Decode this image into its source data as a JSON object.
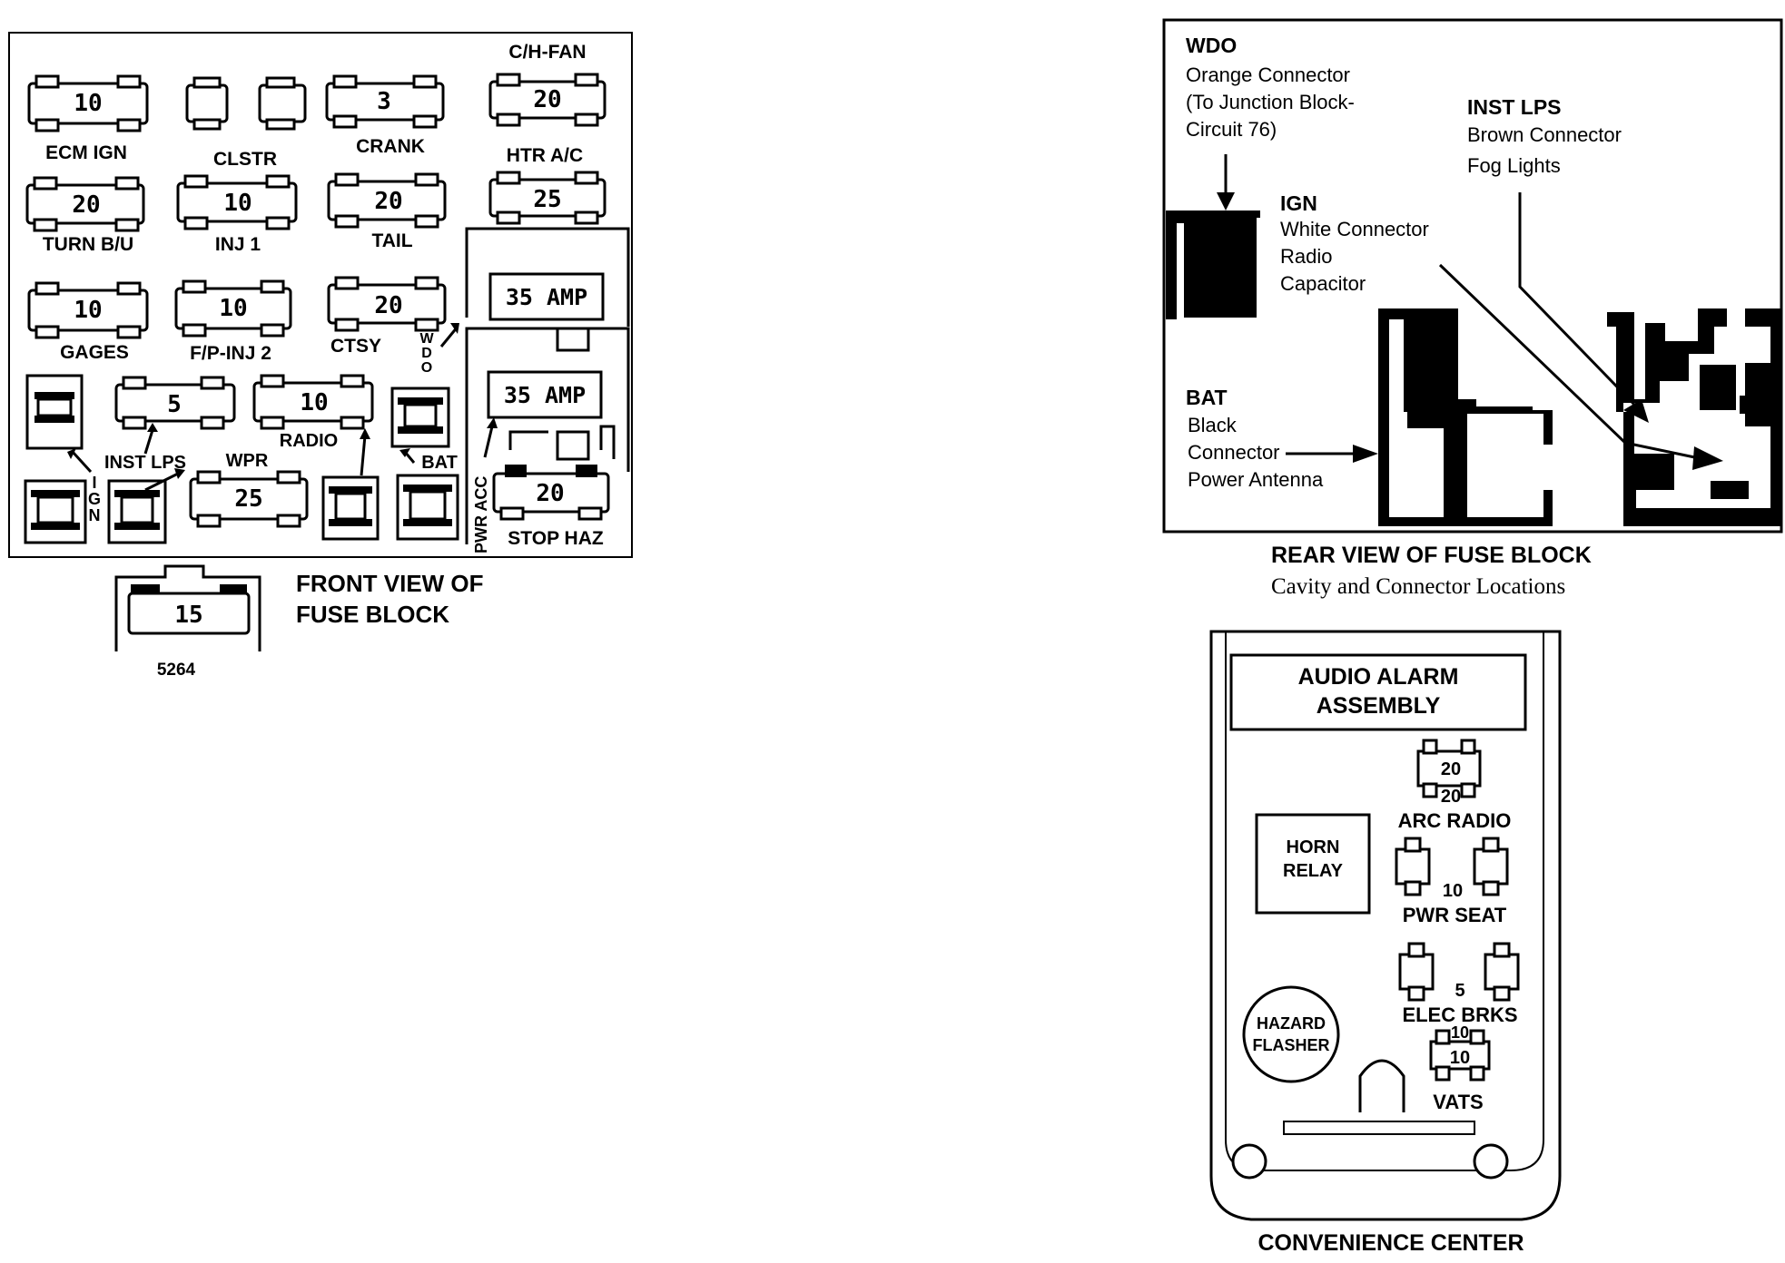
{
  "front": {
    "caption": [
      "FRONT VIEW OF",
      "FUSE BLOCK"
    ],
    "fig_number": "5264",
    "fuses": [
      {
        "value": "10",
        "label": "ECM IGN"
      },
      {
        "value": "",
        "label": "CLSTR"
      },
      {
        "value": "3",
        "label": "CRANK"
      },
      {
        "value": "20",
        "label": "HTR A/C",
        "top_label": "C/H-FAN"
      },
      {
        "value": "20",
        "label": "TURN B/U"
      },
      {
        "value": "10",
        "label": "INJ 1"
      },
      {
        "value": "20",
        "label": "TAIL"
      },
      {
        "value": "25",
        "label": ""
      },
      {
        "value": "10",
        "label": "GAGES"
      },
      {
        "value": "10",
        "label": "F/P-INJ 2"
      },
      {
        "value": "20",
        "label": "CTSY"
      },
      {
        "value": "5",
        "label": "INST LPS"
      },
      {
        "value": "10",
        "label": "RADIO"
      },
      {
        "value": "25",
        "label": "WPR"
      },
      {
        "value": "20",
        "label": "STOP HAZ"
      },
      {
        "value": "15",
        "label": ""
      }
    ],
    "breakers": [
      "35 AMP",
      "35 AMP"
    ],
    "connector_labels": [
      "WDO",
      "BAT",
      "IGN",
      "PWR ACC"
    ]
  },
  "rear": {
    "caption": "REAR VIEW OF FUSE BLOCK",
    "subcaption": "Cavity and Connector Locations",
    "callouts": [
      {
        "title": "WDO",
        "lines": [
          "Orange Connector",
          "(To Junction Block-",
          "Circuit 76)"
        ]
      },
      {
        "title": "INST LPS",
        "lines": [
          "Brown Connector",
          "Fog Lights"
        ]
      },
      {
        "title": "IGN",
        "lines": [
          "White Connector",
          "Radio",
          "Capacitor"
        ]
      },
      {
        "title": "BAT",
        "lines": [
          "Black",
          "Connector",
          "Power Antenna"
        ]
      }
    ]
  },
  "convenience": {
    "caption": "CONVENIENCE CENTER",
    "audio_alarm": [
      "AUDIO ALARM",
      "ASSEMBLY"
    ],
    "horn_relay": [
      "HORN",
      "RELAY"
    ],
    "hazard_flasher": [
      "HAZARD",
      "FLASHER"
    ],
    "fuses": [
      {
        "value": "20",
        "label": "ARC RADIO"
      },
      {
        "value": "10",
        "label": "PWR SEAT"
      },
      {
        "value": "5",
        "label": "ELEC BRKS"
      },
      {
        "value": "10",
        "label": "VATS"
      }
    ]
  }
}
